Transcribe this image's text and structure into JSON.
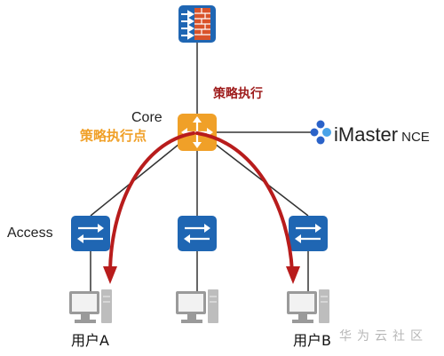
{
  "labels": {
    "core": "Core",
    "core_policy_point": "策略执行点",
    "policy_execution": "策略执行",
    "access": "Access",
    "controller_name": "iMaster",
    "controller_suffix": "NCE",
    "user_a": "用户A",
    "user_b": "用户B",
    "watermark": "华为云社区"
  },
  "icons": {
    "firewall": "firewall-icon",
    "core_switch": "core-switch-icon",
    "access_switch": "switch-icon",
    "pc": "pc-icon",
    "controller_logo": "imaster-nce-logo-icon"
  },
  "colors": {
    "device_blue": "#1f66b3",
    "core_orange": "#f0a028",
    "firewall_red": "#d9532b",
    "traffic_red": "#b81c1c",
    "policy_text_red": "#9e1b1b",
    "pc_gray": "#bdbdbd"
  }
}
